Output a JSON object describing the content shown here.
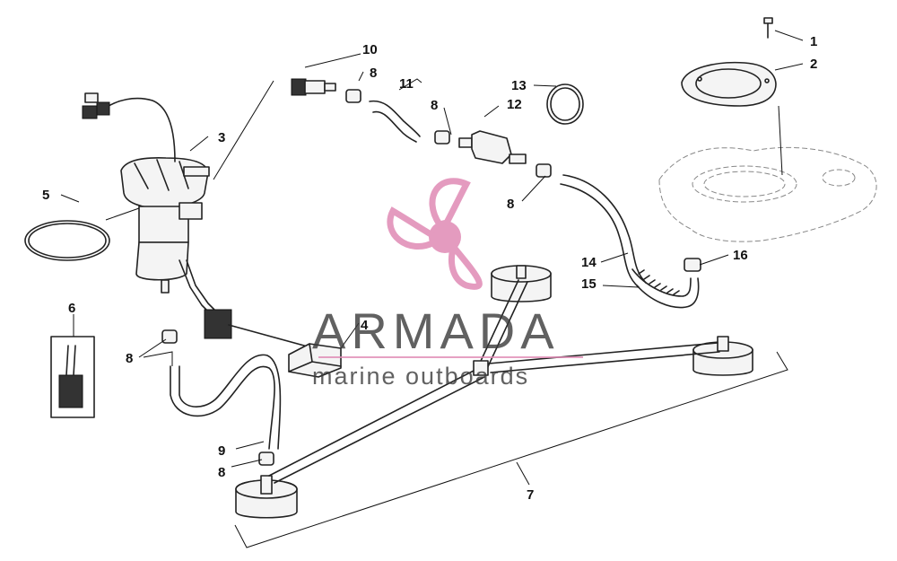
{
  "labels": {
    "l1": "1",
    "l2": "2",
    "l3": "3",
    "l4": "4",
    "l5": "5",
    "l6": "6",
    "l7": "7",
    "l8a": "8",
    "l8b": "8",
    "l8c": "8",
    "l8d": "8",
    "l8e": "8",
    "l9": "9",
    "l10": "10",
    "l11": "11",
    "l12": "12",
    "l13": "13",
    "l14": "14",
    "l15": "15",
    "l16": "16"
  },
  "watermark": {
    "title": "ARMADA",
    "subtitle": "marine outboards",
    "accent_color": "#e08ab5"
  },
  "colors": {
    "line": "#222222",
    "tank_outline": "#888888"
  }
}
